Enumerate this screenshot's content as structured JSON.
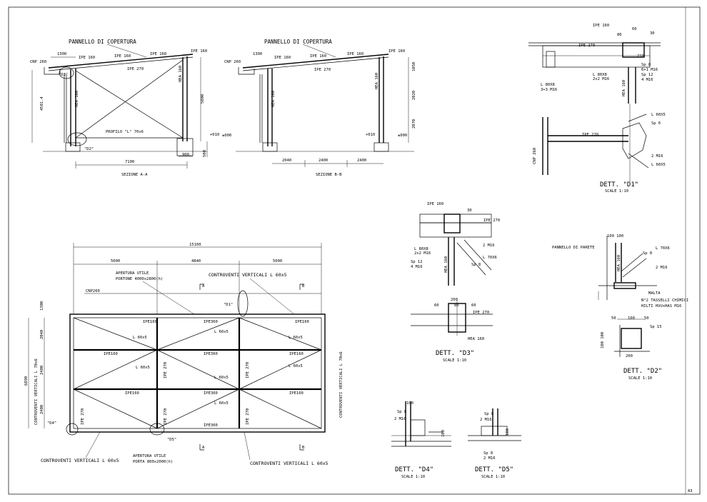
{
  "sections": {
    "aa": {
      "title": "SEZIONE A-A",
      "panel": "PANNELLO DI COPERTURA",
      "cnp": "CNP 260",
      "d1300": "1300",
      "ipe_a": "IPE 160",
      "ipe_b": "IPE 160",
      "ipe_c": "IPE 160",
      "ipe270": "IPE 270",
      "hea_l": "HEA 160",
      "hea_r": "HEA 160",
      "profilo": "PROFILO \"L\" 70x6",
      "d3": "\"D3\"",
      "d2": "\"D2\"",
      "h1": "4581.4",
      "h2": "5000",
      "w": "7100",
      "e1": "+010",
      "e2": "±000",
      "f1": "900",
      "f2": "500"
    },
    "bb": {
      "title": "SEZIONE B-B",
      "panel": "PANNELLO DI COPERTURA",
      "cnp": "CNP 260",
      "d1300": "1300",
      "ipe_a": "IPE 160",
      "ipe_b": "IPE 160",
      "ipe_c": "IPE 160",
      "ipe270": "IPE 270",
      "hea_l": "HEA 160",
      "hea_r": "HEA 160",
      "dims_h": [
        "1050",
        "2020",
        "2070"
      ],
      "dims_w": [
        "2040",
        "2400",
        "2400"
      ],
      "e1": "+010",
      "e2": "±000"
    }
  },
  "plan": {
    "total": "15100",
    "bays": [
      "5000",
      "4840",
      "5000"
    ],
    "opening_top": "APERTURA UTILE\nPORTONE 4000x2800(h)",
    "opening_top_l1": "APERTURA UTILE",
    "opening_top_l2": "PORTONE 4000x2800(h)",
    "bracing_top": "CONTROVENTI VERTICALI L 60x5",
    "cnp": "CNP260",
    "d1": "\"D1\"",
    "d4": "\"D4\"",
    "d5": "\"D5\"",
    "left_dims": [
      "1300",
      "2040",
      "2400",
      "2400"
    ],
    "left_total": "6890",
    "left_brace": "CONTROVENTI VERTICALI L 70x6",
    "right_brace": "CONTROVENTI VERTICALI L 70x6",
    "ipe160": "IPE160",
    "ipe360": "IPE360",
    "ipe270": "IPE 270",
    "brace": "L 60x5",
    "bracing_bl": "CONTROVENTI VERTICALI L 60x5",
    "opening_bot_l1": "APERTURA UTILE",
    "opening_bot_l2": "PORTA 800x2000(h)",
    "bracing_br": "CONTROVENTI VERTICALI L 60x5",
    "mark_a": "A",
    "mark_b": "B"
  },
  "details": {
    "d1": {
      "title": "DETT. \"D1\"",
      "scale": "SCALE 1:10",
      "ipe160": "IPE 160",
      "ipe270": "IPE 270",
      "hea160": "HEA 160",
      "cnp": "CNP 260",
      "l80": "L 80X8",
      "m16": "2x2 M16",
      "l3": "3+3 M16",
      "sp8": "Sp 8",
      "m16b": "6+1 M16",
      "sp12": "Sp 12",
      "m16c": "4 M16",
      "d60": "60",
      "d30": "30",
      "d86": "86",
      "d210": "210",
      "l60": "L 60X5",
      "sp6": "Sp 6",
      "m16d": "2 M16",
      "l60b": "L 60X5",
      "ipe270b": "IPE 270"
    },
    "d3": {
      "title": "DETT. \"D3\"",
      "scale": "SCALE 1:10",
      "ipe160": "IPE 160",
      "ipe270": "IPE 270",
      "l80": "L 80X8",
      "m16": "2x2 M16",
      "sp12": "Sp 12",
      "m16b": "4 M16",
      "hea": "HEA 160",
      "m16c": "2 M16",
      "l70": "L 70X6",
      "sp8": "Sp 8",
      "d30": "30",
      "d200": "200",
      "d60": "60",
      "d80": "80",
      "d60b": "60",
      "hea160": "HEA 160"
    },
    "d2": {
      "title": "DETT. \"D2\"",
      "scale": "SCALE 1:10",
      "panel": "PANNELLO DI PARETE",
      "d100": "100 100",
      "l70": "L 70X6",
      "sp8": "Sp 8",
      "m16": "2 M16",
      "hea": "HEA 160",
      "malta": "MALTA",
      "tass1": "N°2 TASSELLI CHIMICI",
      "tass2": "HILTI HVU+HAS M16",
      "d50a": "50",
      "d100b": "100",
      "d50b": "50",
      "sp15": "Sp 15",
      "d200": "200",
      "d100c": "100 100"
    },
    "d4": {
      "title": "DETT. \"D4\"",
      "scale": "SCALE 1:10",
      "sp8": "Sp 8",
      "m16": "2 M16",
      "d100": "100",
      "d100b": "100"
    },
    "d5": {
      "title": "DETT. \"D5\"",
      "scale": "SCALE 1:10",
      "sp8": "Sp 8",
      "m16": "2 M16",
      "d100": "100"
    }
  },
  "sheet_no": "A3"
}
